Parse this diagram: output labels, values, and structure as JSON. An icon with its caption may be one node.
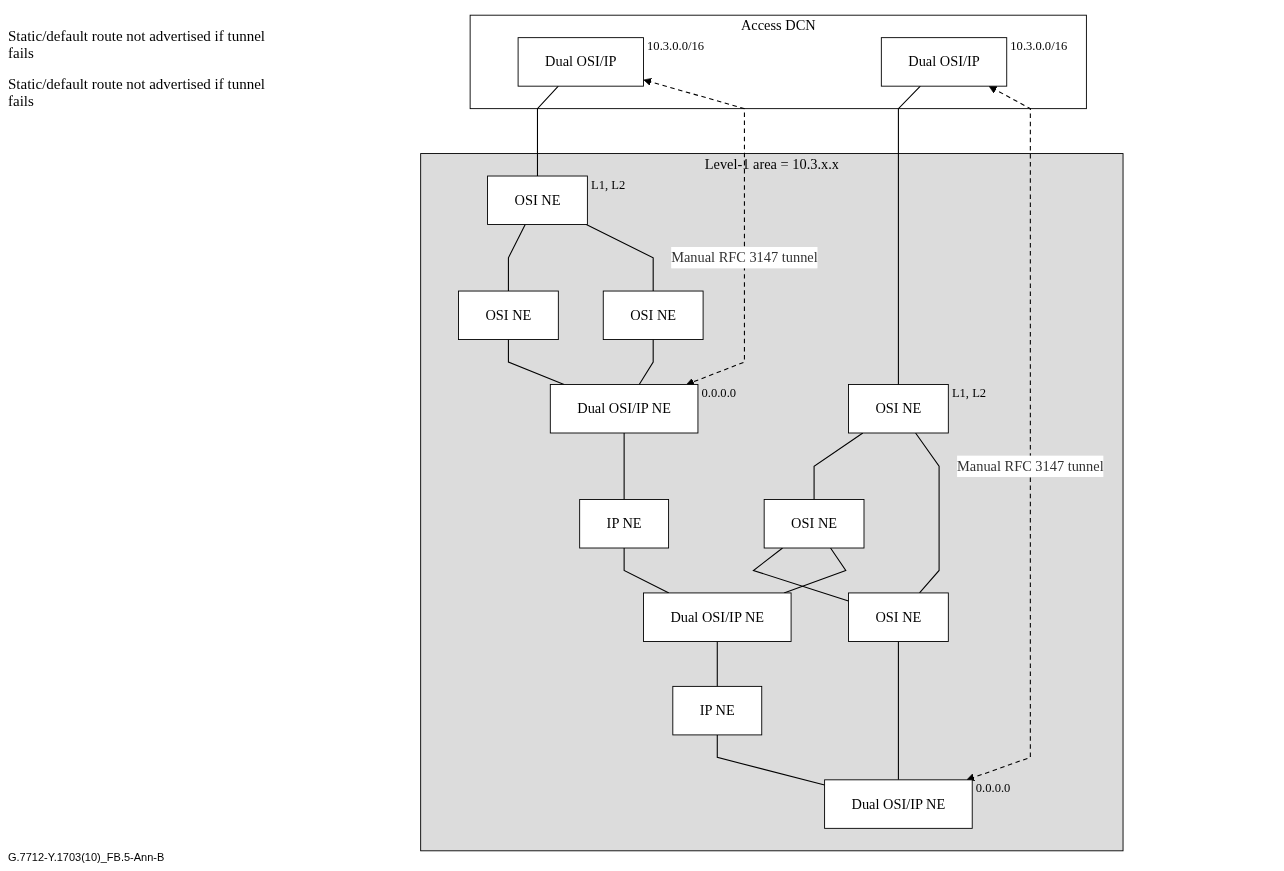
{
  "diagram": {
    "nodes": [
      {
        "text": [
          "Access DCN"
        ]
      },
      {
        "text": [
          "Dual OSI/IP"
        ],
        "in": 0,
        "beside": [
          "10.3.0.0/16"
        ]
      },
      {
        "text": [
          "Dual OSI/IP"
        ],
        "in": 0,
        "beside": [
          "10.3.0.0/16"
        ]
      },
      {
        "text": [
          "Level-1 area = 10.3.x.x"
        ]
      },
      {
        "text": [
          "OSI NE"
        ],
        "in": 3,
        "beside": [
          "L1, L2"
        ]
      },
      {
        "text": [
          "OSI NE"
        ],
        "in": 3,
        "beside": [
          "L1, L2"
        ]
      },
      {
        "text": [
          "OSI NE"
        ],
        "in": 3
      },
      {
        "text": [
          "OSI NE"
        ],
        "in": 3
      },
      {
        "text": [
          "OSI NE"
        ],
        "in": 3
      },
      {
        "text": [
          "OSI NE"
        ],
        "in": 3
      },
      {
        "text": [
          "Dual OSI/IP NE"
        ],
        "in": 3,
        "beside": [
          "0.0.0.0"
        ]
      },
      {
        "text": [
          "Dual OSI/IP NE"
        ],
        "in": 3
      },
      {
        "text": [
          "Dual OSI/IP NE"
        ],
        "in": 3,
        "beside": [
          "0.0.0.0"
        ]
      },
      {
        "text": [
          "IP NE"
        ],
        "in": 3
      },
      {
        "text": [
          "IP NE"
        ],
        "in": 3
      }
    ],
    "edges": [
      {
        "from": 1,
        "to": 4,
        "arrow": "none"
      },
      {
        "from": 2,
        "to": 5,
        "arrow": "none"
      },
      {
        "from": 4,
        "to": 6,
        "arrow": "none"
      },
      {
        "from": 4,
        "to": 7,
        "arrow": "none"
      },
      {
        "from": 5,
        "to": 8,
        "arrow": "none"
      },
      {
        "from": 5,
        "to": 9,
        "arrow": "none"
      },
      {
        "from": 8,
        "to": 9,
        "arrow": "none"
      },
      {
        "from": 6,
        "to": 10,
        "arrow": "none"
      },
      {
        "from": 7,
        "to": 10,
        "arrow": "none"
      },
      {
        "from": 8,
        "to": 11,
        "arrow": "none"
      },
      {
        "from": 9,
        "to": 12,
        "arrow": "none"
      },
      {
        "from": 10,
        "to": 13,
        "arrow": "none"
      },
      {
        "from": 13,
        "to": 11,
        "arrow": "none"
      },
      {
        "from": 11,
        "to": 14,
        "arrow": "none"
      },
      {
        "from": 14,
        "to": 12,
        "arrow": "none"
      },
      {
        "from": 1,
        "to": 10,
        "arrow": "both",
        "style": "dashed",
        "label": "Manual RFC 3147 tunnel"
      },
      {
        "from": 2,
        "to": 12,
        "arrow": "both",
        "style": "dashed",
        "label": "Manual RFC 3147 tunnel"
      }
    ],
    "labels": [
      "Static/default route not advertised if tunnel fails",
      "Static/default route not advertised if tunnel fails",
      "G.7712-Y.1703(10)_FB.5-Ann-B"
    ]
  }
}
